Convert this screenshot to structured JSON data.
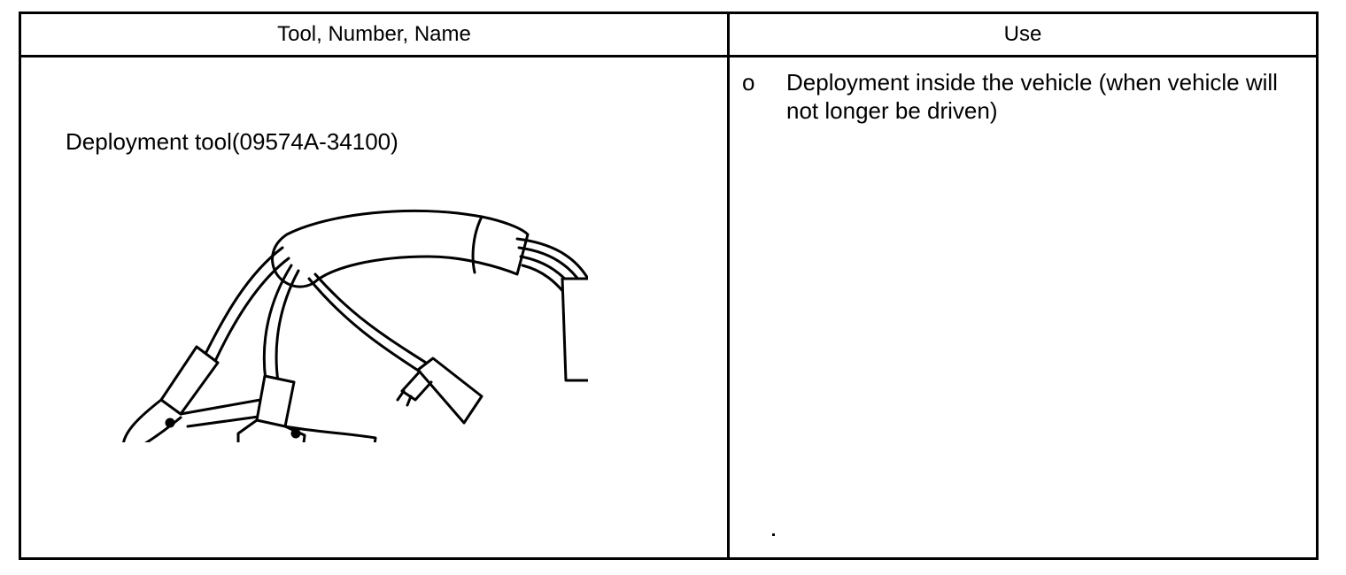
{
  "table": {
    "headers": {
      "tool": "Tool, Number, Name",
      "use": "Use"
    },
    "rows": [
      {
        "tool_name": "Deployment tool(09574A-34100)",
        "illustration_icon": "deployment-tool-harness-icon",
        "use_bullet": "o",
        "use_text": "Deployment inside the vehicle (when vehicle will not longer be driven)"
      }
    ]
  }
}
